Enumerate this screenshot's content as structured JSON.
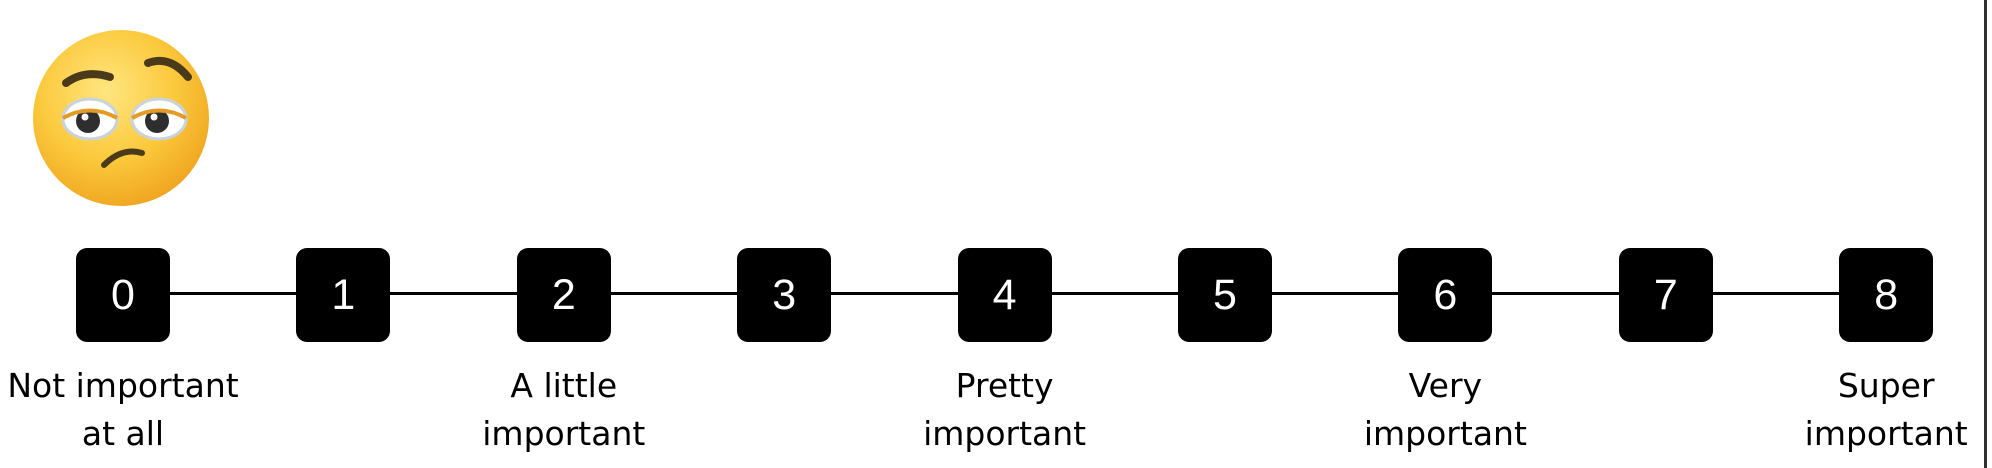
{
  "scale": {
    "points": [
      {
        "value": "0"
      },
      {
        "value": "1"
      },
      {
        "value": "2"
      },
      {
        "value": "3"
      },
      {
        "value": "4"
      },
      {
        "value": "5"
      },
      {
        "value": "6"
      },
      {
        "value": "7"
      },
      {
        "value": "8"
      }
    ],
    "labels": [
      {
        "point": "0",
        "line1": "Not important",
        "line2": "at all"
      },
      {
        "point": "2",
        "line1": "A little",
        "line2": "important"
      },
      {
        "point": "4",
        "line1": "Pretty",
        "line2": "important"
      },
      {
        "point": "6",
        "line1": "Very",
        "line2": "important"
      },
      {
        "point": "8",
        "line1": "Super",
        "line2": "important"
      }
    ]
  },
  "emoji": {
    "icon": "unamused-face-icon",
    "face_color": "#F7B733",
    "feature_color": "#4A3A1A"
  },
  "colors": {
    "box": "#000000",
    "box_text": "#FFFFFF",
    "line": "#000000"
  }
}
